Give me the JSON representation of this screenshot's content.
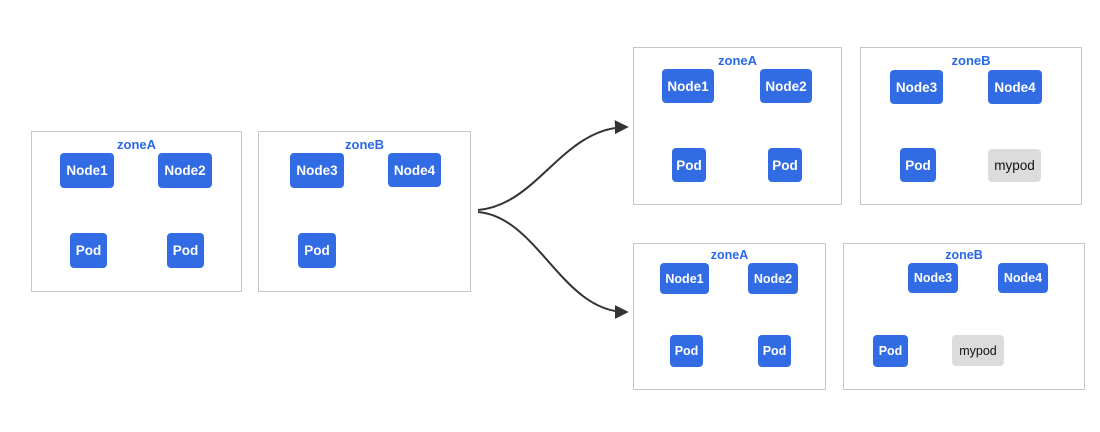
{
  "zones": {
    "left_a": {
      "title": "zoneA",
      "node1": "Node1",
      "node2": "Node2",
      "pod1": "Pod",
      "pod2": "Pod"
    },
    "left_b": {
      "title": "zoneB",
      "node1": "Node3",
      "node2": "Node4",
      "pod1": "Pod"
    },
    "top_right_a": {
      "title": "zoneA",
      "node1": "Node1",
      "node2": "Node2",
      "pod1": "Pod",
      "pod2": "Pod"
    },
    "top_right_b": {
      "title": "zoneB",
      "node1": "Node3",
      "node2": "Node4",
      "pod1": "Pod",
      "pod2": "mypod"
    },
    "bottom_right_a": {
      "title": "zoneA",
      "node1": "Node1",
      "node2": "Node2",
      "pod1": "Pod",
      "pod2": "Pod"
    },
    "bottom_right_b": {
      "title": "zoneB",
      "node1": "Node3",
      "node2": "Node4",
      "pod1": "Pod",
      "pod2": "mypod"
    }
  },
  "colors": {
    "node_fill": "#326ce5",
    "mypod_fill": "#dcdcdc",
    "zone_border": "#c6c6c6",
    "zone_title": "#2968e8",
    "arrow": "#333333",
    "background": "#ffffff"
  }
}
